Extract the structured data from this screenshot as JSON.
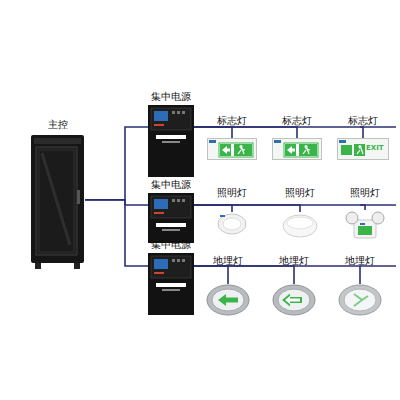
{
  "diagram": {
    "nodes": [
      {
        "text": [
          "主控"
        ]
      },
      {
        "text": [
          "集中电源"
        ]
      },
      {
        "text": [
          "集中电源"
        ]
      },
      {
        "text": [
          "集中电源"
        ]
      },
      {
        "text": [
          "标志灯"
        ]
      },
      {
        "text": [
          "标志灯"
        ]
      },
      {
        "text": [
          "标志灯"
        ]
      },
      {
        "text": [
          "照明灯"
        ]
      },
      {
        "text": [
          "照明灯"
        ]
      },
      {
        "text": [
          "照明灯"
        ]
      },
      {
        "text": [
          "地埋灯"
        ]
      },
      {
        "text": [
          "地埋灯"
        ]
      },
      {
        "text": [
          "地埋灯"
        ]
      }
    ],
    "edges": [
      {
        "from": 0,
        "to": 1,
        "arrow": "none"
      },
      {
        "from": 0,
        "to": 2,
        "arrow": "none"
      },
      {
        "from": 0,
        "to": 3,
        "arrow": "none"
      },
      {
        "from": 1,
        "to": 4,
        "arrow": "none"
      },
      {
        "from": 1,
        "to": 5,
        "arrow": "none"
      },
      {
        "from": 1,
        "to": 6,
        "arrow": "none"
      },
      {
        "from": 2,
        "to": 7,
        "arrow": "none"
      },
      {
        "from": 2,
        "to": 8,
        "arrow": "none"
      },
      {
        "from": 2,
        "to": 9,
        "arrow": "none"
      },
      {
        "from": 3,
        "to": 10,
        "arrow": "none"
      },
      {
        "from": 3,
        "to": 11,
        "arrow": "none"
      },
      {
        "from": 3,
        "to": 12,
        "arrow": "none"
      }
    ],
    "labels": [
      "EXIT"
    ]
  }
}
